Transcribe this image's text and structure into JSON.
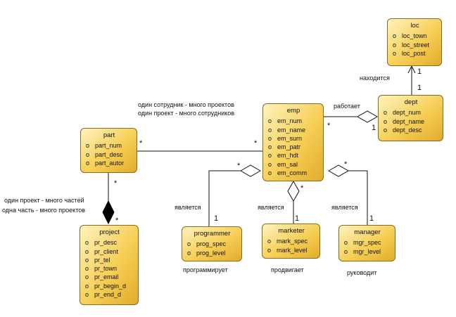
{
  "classes": {
    "loc": {
      "name": "loc",
      "attrs": [
        "loc_town",
        "loc_street",
        "loc_post"
      ]
    },
    "dept": {
      "name": "dept",
      "attrs": [
        "dept_num",
        "dept_name",
        "dept_desc"
      ]
    },
    "emp": {
      "name": "emp",
      "attrs": [
        "em_num",
        "em_name",
        "em_surn",
        "em_patr",
        "em_hdt",
        "em_sal",
        "em_comm"
      ]
    },
    "part": {
      "name": "part",
      "attrs": [
        "part_num",
        "part_desc",
        "part_autor"
      ]
    },
    "project": {
      "name": "project",
      "attrs": [
        "pr_desc",
        "pr_client",
        "pr_tel",
        "pr_town",
        "pr_email",
        "pr_begin_d",
        "pr_end_d"
      ]
    },
    "programmer": {
      "name": "programmer",
      "attrs": [
        "prog_spec",
        "prog_level"
      ]
    },
    "marketer": {
      "name": "marketer",
      "attrs": [
        "mark_spec",
        "mark_level"
      ]
    },
    "manager": {
      "name": "manager",
      "attrs": [
        "mgr_spec",
        "mgr_level"
      ]
    }
  },
  "bullet": "o",
  "labels": {
    "located": "находится",
    "works": "работает",
    "emp_proj_1": "один сотрудник - много проектов",
    "emp_proj_2": "один проект - много сотрудников",
    "proj_part_1": "один проект - много частей",
    "proj_part_2": "одна часть - много проектов",
    "is_a_1": "является",
    "is_a_2": "является",
    "is_a_3": "является",
    "programs": "программирует",
    "promotes": "продвигает",
    "manages": "руководит"
  },
  "mult": {
    "one": "1",
    "many": "*"
  }
}
